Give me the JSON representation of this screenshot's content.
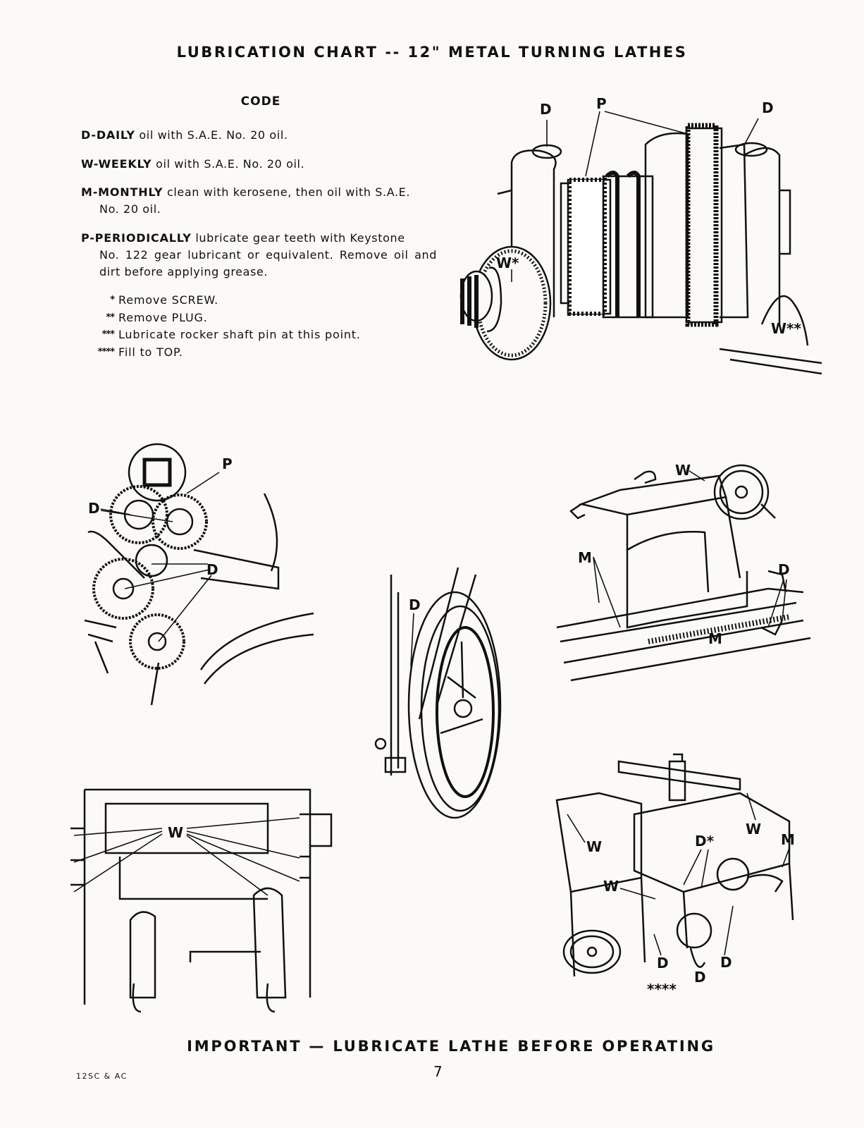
{
  "page": {
    "title": "LUBRICATION CHART -- 12\" METAL TURNING LATHES",
    "code_heading": "CODE",
    "codes": [
      {
        "label": "D-DAILY",
        "text": "oil with S.A.E. No. 20 oil.",
        "cont": ""
      },
      {
        "label": "W-WEEKLY",
        "text": "oil with S.A.E. No. 20 oil.",
        "cont": ""
      },
      {
        "label": "M-MONTHLY",
        "text": "clean with kerosene, then oil with S.A.E.",
        "cont": "No. 20 oil."
      },
      {
        "label": "P-PERIODICALLY",
        "text": "lubricate gear teeth with Keystone",
        "cont": "No. 122 gear lubricant or equivalent. Remove oil and dirt before applying grease."
      }
    ],
    "notes": [
      {
        "symbol": "*",
        "text": "Remove SCREW."
      },
      {
        "symbol": "**",
        "text": "Remove PLUG."
      },
      {
        "symbol": "***",
        "text": "Lubricate rocker shaft pin at this point."
      },
      {
        "symbol": "****",
        "text": "Fill to TOP."
      }
    ],
    "footer": "IMPORTANT — LUBRICATE LATHE BEFORE OPERATING",
    "page_number": "7",
    "model": "12SC & AC"
  },
  "figures": {
    "headstock": {
      "labels": [
        "D",
        "P",
        "D",
        "W*",
        "W**"
      ]
    },
    "change_gears": {
      "labels": [
        "P",
        "D",
        "D"
      ]
    },
    "tailstock": {
      "labels": [
        "W",
        "M",
        "D",
        "M"
      ]
    },
    "pulley": {
      "labels": [
        "D"
      ]
    },
    "apron": {
      "labels": [
        "W"
      ]
    },
    "carriage": {
      "labels": [
        "W",
        "W",
        "D*",
        "M",
        "W",
        "D",
        "D",
        "D",
        "****"
      ]
    }
  }
}
